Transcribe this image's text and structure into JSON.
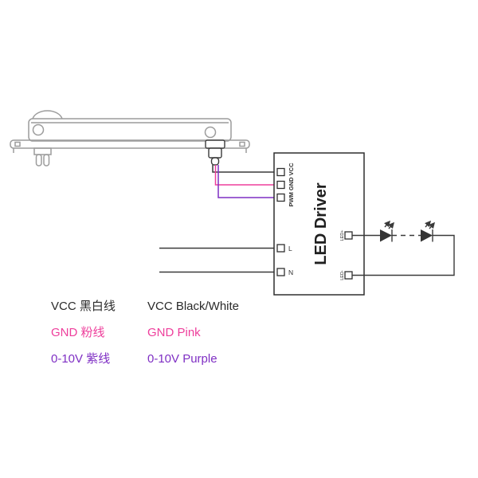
{
  "driver": {
    "label": "LED Driver",
    "signal_terminals_label": "PWM GND VCC",
    "terminal_l": "L",
    "terminal_n": "N",
    "terminal_led_plus": "LED+",
    "terminal_led_minus": "LED-"
  },
  "wires": {
    "vcc_color": "#3a3a3a",
    "gnd_color": "#ee3e9b",
    "pwm_color": "#7f2fc4"
  },
  "legend": {
    "rows": [
      {
        "cn": "VCC  黑白线",
        "en": "VCC  Black/White",
        "color": "#2a2a2a"
      },
      {
        "cn": "GND  粉线",
        "en": "GND  Pink",
        "color": "#ee3e9b"
      },
      {
        "cn": "0-10V  紫线",
        "en": "0-10V  Purple",
        "color": "#7f2fc4"
      }
    ]
  }
}
